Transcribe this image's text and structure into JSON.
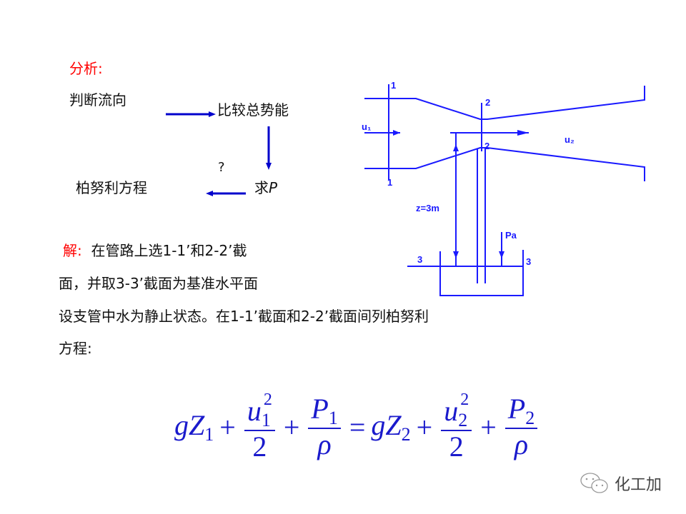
{
  "analysis": {
    "heading": "分析:",
    "flow": {
      "step1": "判断流向",
      "step2": "比较总势能",
      "step3": "求",
      "step3_var": "P",
      "step4": "柏努利方程",
      "question_mark": "?"
    }
  },
  "solution": {
    "label": "解:",
    "line1": "在管路上选1-1’和2-2’截",
    "line2": "面，并取3-3’截面为基准水平面",
    "line3": "设支管中水为静止状态。在1-1’截面和2-2’截面间列柏努利",
    "line4": "方程:"
  },
  "diagram": {
    "color": "#1a1aff",
    "labels": {
      "sec1_top": "1",
      "sec1_bottom": "1",
      "sec2_top": "2",
      "sec2_bottom": "2",
      "sec3_left": "3",
      "sec3_right": "3",
      "u1": "u₁",
      "u2": "u₂",
      "z": "z=3m",
      "pa": "Pa"
    }
  },
  "equation": {
    "g": "g",
    "Z": "Z",
    "sub1": "1",
    "sub2": "2",
    "u": "u",
    "P": "P",
    "rho": "ρ",
    "two": "2",
    "sq": "2",
    "plus": "+",
    "equals": "="
  },
  "watermark": {
    "text": "化工加",
    "icon": "wechat-icon"
  },
  "colors": {
    "accent_red": "#ff0000",
    "diagram_blue": "#1a1aff",
    "arrow_blue": "#0000cc"
  }
}
